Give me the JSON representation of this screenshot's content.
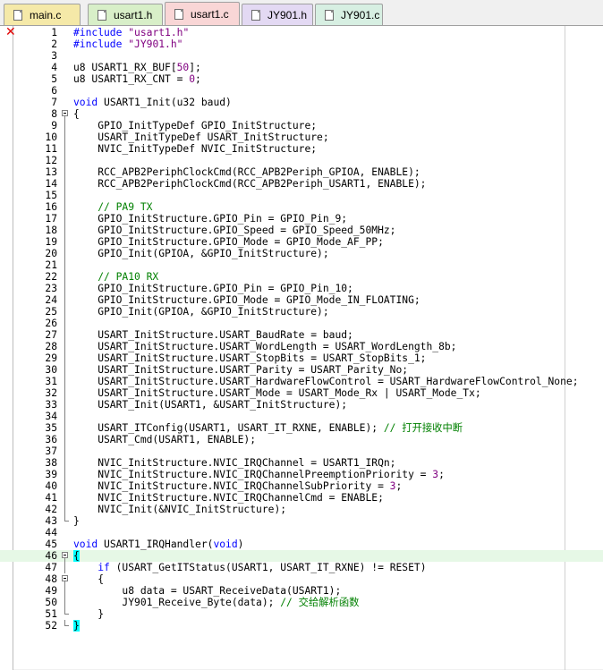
{
  "tabs": [
    {
      "label": "main.c",
      "color": "#f5e9a8",
      "active": false
    },
    {
      "label": "usart1.h",
      "color": "#d8efc8",
      "active": false
    },
    {
      "label": "usart1.c",
      "color": "#f9d6d6",
      "active": true
    },
    {
      "label": "JY901.h",
      "color": "#e3d9f3",
      "active": false
    },
    {
      "label": "JY901.c",
      "color": "#d7efe2",
      "active": false
    }
  ],
  "editor": {
    "error_marker_line": 1,
    "current_line": 46,
    "lines": [
      {
        "n": "1",
        "html": "<span class=\"kw\">#include</span> <span class=\"st\">\"usart1.h\"</span>"
      },
      {
        "n": "2",
        "html": "<span class=\"kw\">#include</span> <span class=\"st\">\"JY901.h\"</span>"
      },
      {
        "n": "3",
        "html": ""
      },
      {
        "n": "4",
        "html": "u8 USART1_RX_BUF[<span class=\"nm\">50</span>];"
      },
      {
        "n": "5",
        "html": "u8 USART1_RX_CNT = <span class=\"nm\">0</span>;"
      },
      {
        "n": "6",
        "html": ""
      },
      {
        "n": "7",
        "html": "<span class=\"kw\">void</span> USART1_Init(u32 baud)"
      },
      {
        "n": "8",
        "html": "{",
        "fold": "box"
      },
      {
        "n": "9",
        "html": "    GPIO_InitTypeDef GPIO_InitStructure;",
        "fold": "v"
      },
      {
        "n": "10",
        "html": "    USART_InitTypeDef USART_InitStructure;",
        "fold": "v"
      },
      {
        "n": "11",
        "html": "    NVIC_InitTypeDef NVIC_InitStructure;",
        "fold": "v"
      },
      {
        "n": "12",
        "html": "",
        "fold": "v"
      },
      {
        "n": "13",
        "html": "    RCC_APB2PeriphClockCmd(RCC_APB2Periph_GPIOA, ENABLE);",
        "fold": "v"
      },
      {
        "n": "14",
        "html": "    RCC_APB2PeriphClockCmd(RCC_APB2Periph_USART1, ENABLE);",
        "fold": "v"
      },
      {
        "n": "15",
        "html": "",
        "fold": "v"
      },
      {
        "n": "16",
        "html": "    <span class=\"cm\">// PA9 TX</span>",
        "fold": "v"
      },
      {
        "n": "17",
        "html": "    GPIO_InitStructure.GPIO_Pin = GPIO_Pin_9;",
        "fold": "v"
      },
      {
        "n": "18",
        "html": "    GPIO_InitStructure.GPIO_Speed = GPIO_Speed_50MHz;",
        "fold": "v"
      },
      {
        "n": "19",
        "html": "    GPIO_InitStructure.GPIO_Mode = GPIO_Mode_AF_PP;",
        "fold": "v"
      },
      {
        "n": "20",
        "html": "    GPIO_Init(GPIOA, &GPIO_InitStructure);",
        "fold": "v"
      },
      {
        "n": "21",
        "html": "",
        "fold": "v"
      },
      {
        "n": "22",
        "html": "    <span class=\"cm\">// PA10 RX</span>",
        "fold": "v"
      },
      {
        "n": "23",
        "html": "    GPIO_InitStructure.GPIO_Pin = GPIO_Pin_10;",
        "fold": "v"
      },
      {
        "n": "24",
        "html": "    GPIO_InitStructure.GPIO_Mode = GPIO_Mode_IN_FLOATING;",
        "fold": "v"
      },
      {
        "n": "25",
        "html": "    GPIO_Init(GPIOA, &GPIO_InitStructure);",
        "fold": "v"
      },
      {
        "n": "26",
        "html": "",
        "fold": "v"
      },
      {
        "n": "27",
        "html": "    USART_InitStructure.USART_BaudRate = baud;",
        "fold": "v"
      },
      {
        "n": "28",
        "html": "    USART_InitStructure.USART_WordLength = USART_WordLength_8b;",
        "fold": "v"
      },
      {
        "n": "29",
        "html": "    USART_InitStructure.USART_StopBits = USART_StopBits_1;",
        "fold": "v"
      },
      {
        "n": "30",
        "html": "    USART_InitStructure.USART_Parity = USART_Parity_No;",
        "fold": "v"
      },
      {
        "n": "31",
        "html": "    USART_InitStructure.USART_HardwareFlowControl = USART_HardwareFlowControl_None;",
        "fold": "v"
      },
      {
        "n": "32",
        "html": "    USART_InitStructure.USART_Mode = USART_Mode_Rx | USART_Mode_Tx;",
        "fold": "v"
      },
      {
        "n": "33",
        "html": "    USART_Init(USART1, &USART_InitStructure);",
        "fold": "v"
      },
      {
        "n": "34",
        "html": "",
        "fold": "v"
      },
      {
        "n": "35",
        "html": "    USART_ITConfig(USART1, USART_IT_RXNE, ENABLE); <span class=\"cm\">// 打开接收中断</span>",
        "fold": "v"
      },
      {
        "n": "36",
        "html": "    USART_Cmd(USART1, ENABLE);",
        "fold": "v"
      },
      {
        "n": "37",
        "html": "",
        "fold": "v"
      },
      {
        "n": "38",
        "html": "    NVIC_InitStructure.NVIC_IRQChannel = USART1_IRQn;",
        "fold": "v"
      },
      {
        "n": "39",
        "html": "    NVIC_InitStructure.NVIC_IRQChannelPreemptionPriority = <span class=\"nm\">3</span>;",
        "fold": "v"
      },
      {
        "n": "40",
        "html": "    NVIC_InitStructure.NVIC_IRQChannelSubPriority = <span class=\"nm\">3</span>;",
        "fold": "v"
      },
      {
        "n": "41",
        "html": "    NVIC_InitStructure.NVIC_IRQChannelCmd = ENABLE;",
        "fold": "v"
      },
      {
        "n": "42",
        "html": "    NVIC_Init(&NVIC_InitStructure);",
        "fold": "v"
      },
      {
        "n": "43",
        "html": "}",
        "fold": "end"
      },
      {
        "n": "44",
        "html": ""
      },
      {
        "n": "45",
        "html": "<span class=\"kw\">void</span> USART1_IRQHandler(<span class=\"kw\">void</span>)"
      },
      {
        "n": "46",
        "html": "<span class=\"brace-hl\">{</span>",
        "fold": "box"
      },
      {
        "n": "47",
        "html": "    <span class=\"kw\">if</span> (USART_GetITStatus(USART1, USART_IT_RXNE) != RESET)",
        "fold": "v"
      },
      {
        "n": "48",
        "html": "    {",
        "fold": "box"
      },
      {
        "n": "49",
        "html": "        u8 data = USART_ReceiveData(USART1);",
        "fold": "v"
      },
      {
        "n": "50",
        "html": "        JY901_Receive_Byte(data); <span class=\"cm\">// 交给解析函数</span>",
        "fold": "v"
      },
      {
        "n": "51",
        "html": "    }",
        "fold": "end"
      },
      {
        "n": "52",
        "html": "<span class=\"brace-hl\">}</span>",
        "fold": "end"
      }
    ]
  }
}
